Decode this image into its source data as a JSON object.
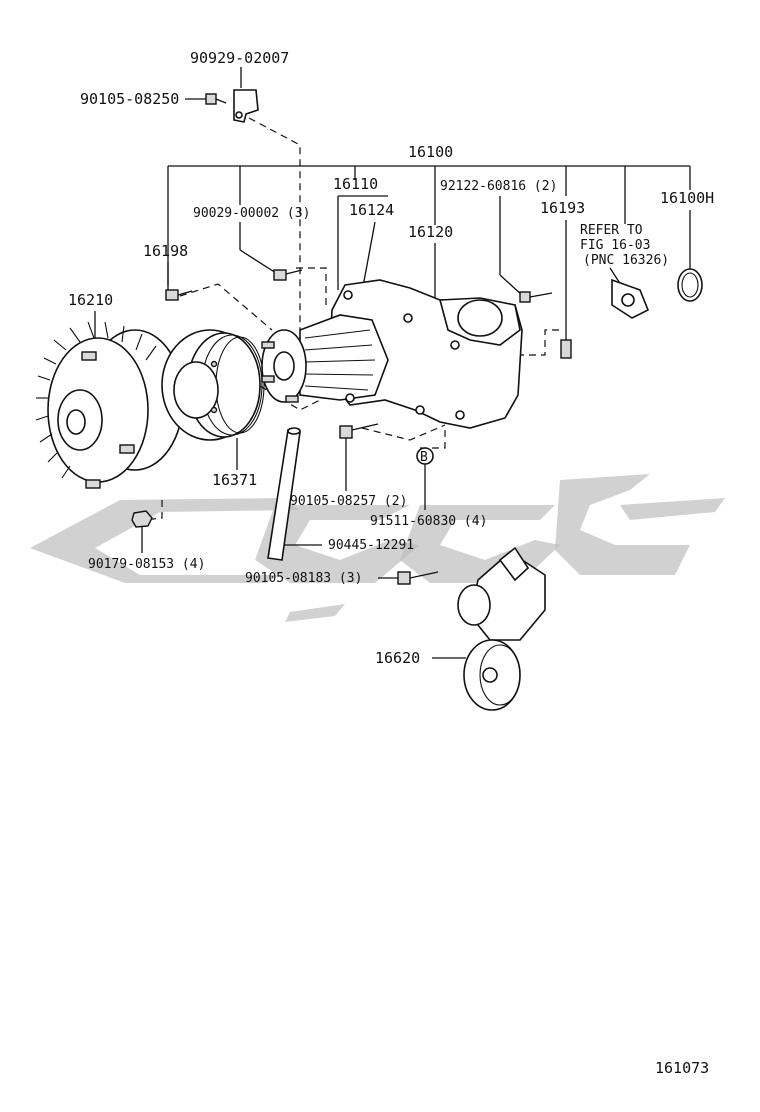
{
  "diagram": {
    "figure_number": "161073",
    "watermark_color": "#bdbdbd",
    "callouts": {
      "p90929_02007": "90929-02007",
      "p90105_08250": "90105-08250",
      "p16100": "16100",
      "p16110": "16110",
      "p92122_60816": "92122-60816 (2)",
      "p16100H": "16100H",
      "p90029_00002": "90029-00002 (3)",
      "p16124": "16124",
      "p16193": "16193",
      "p16198": "16198",
      "p16120": "16120",
      "refer_line1": "REFER TO",
      "refer_line2": "FIG 16-03",
      "refer_line3": "(PNC 16326)",
      "p16210": "16210",
      "p16371": "16371",
      "p90105_08257": "90105-08257 (2)",
      "p91511_60830": "91511-60830 (4)",
      "p90179_08153": "90179-08153 (4)",
      "p90445_12291": "90445-12291",
      "p90105_08183": "90105-08183 (3)",
      "p16620": "16620",
      "marker_b": "B"
    }
  }
}
